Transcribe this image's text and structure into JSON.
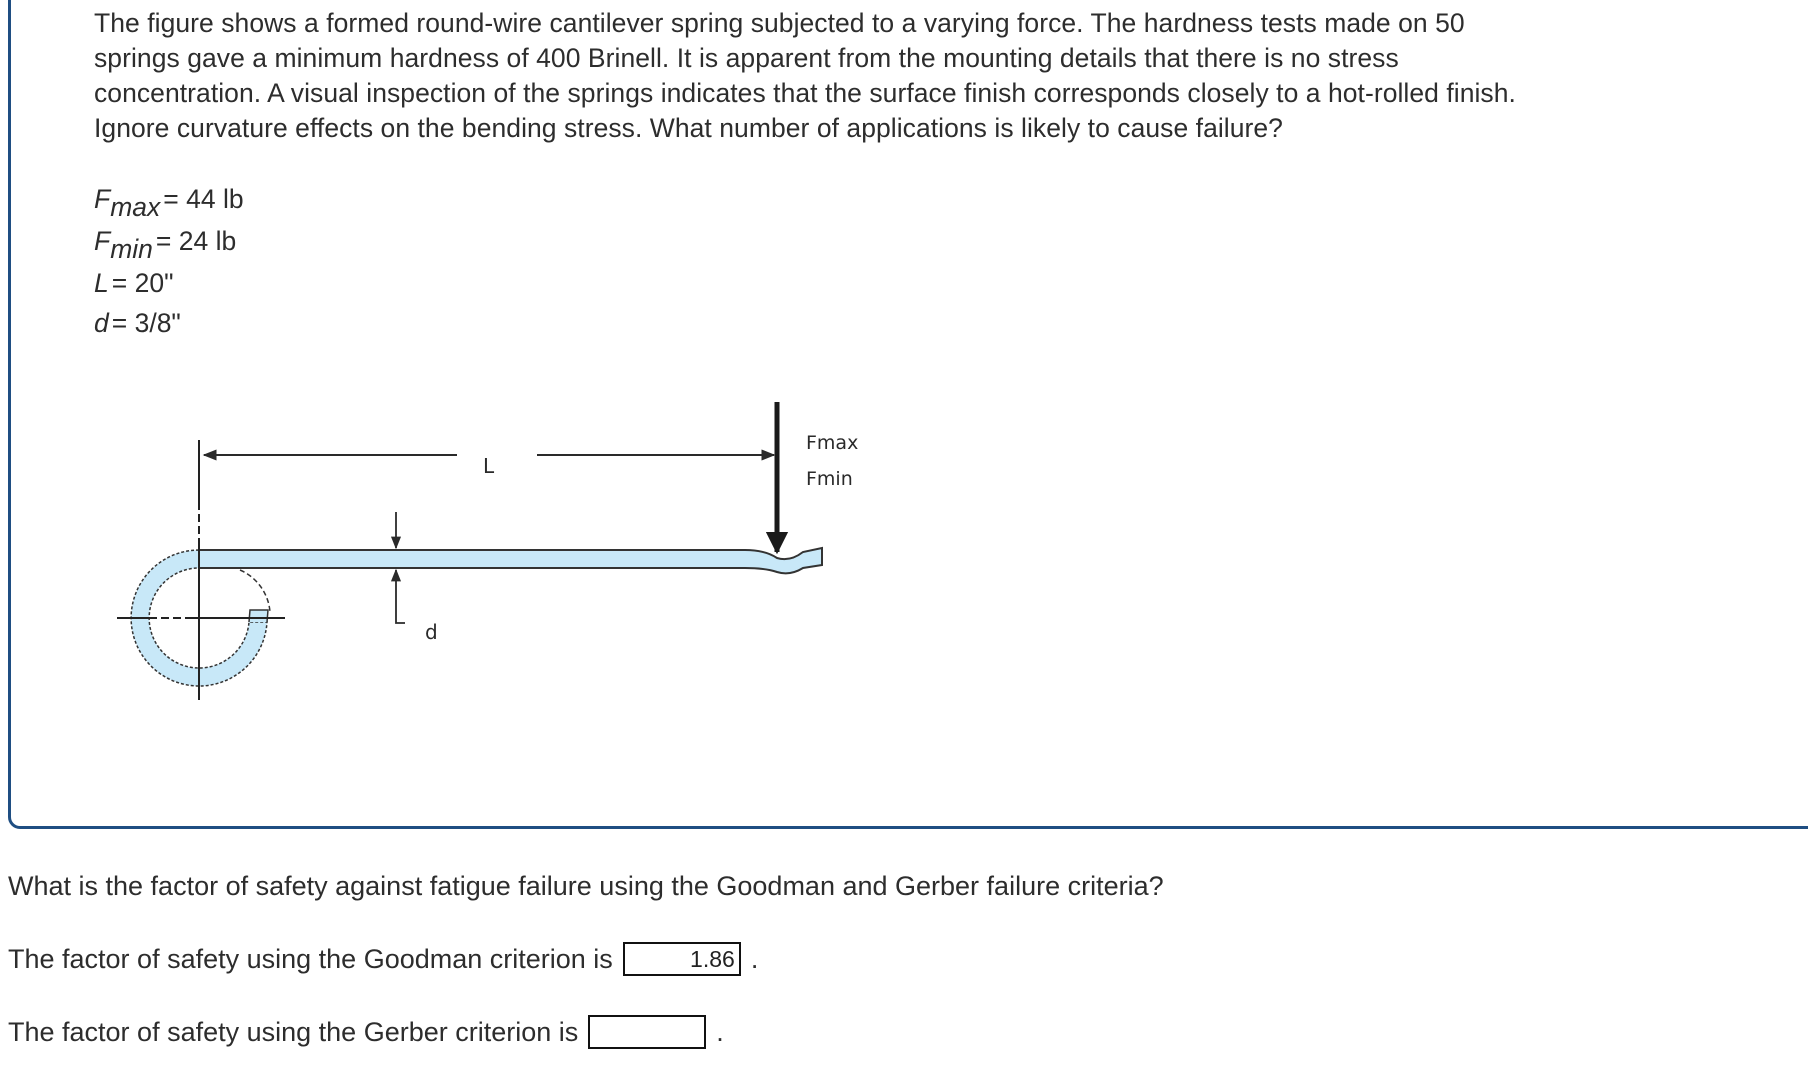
{
  "problem": {
    "paragraph_lines": [
      "The figure shows a formed round-wire cantilever spring subjected to a varying force. The hardness tests made on 50",
      "springs gave a minimum hardness of 400 Brinell. It is apparent from the mounting details that there is no stress",
      "concentration. A visual inspection of the springs indicates that the surface finish corresponds closely to a hot-rolled finish.",
      "Ignore curvature effects on the bending stress. What number of applications is likely to cause failure?"
    ],
    "variables": [
      {
        "symbol": "F",
        "subscript": "max",
        "value": "= 44 lb"
      },
      {
        "symbol": "F",
        "subscript": "min",
        "value": "= 24 lb"
      },
      {
        "symbol": "L",
        "subscript": "",
        "value": "= 20\""
      },
      {
        "symbol": "d",
        "subscript": "",
        "value": "= 3/8\""
      }
    ]
  },
  "figure": {
    "length_label": "L",
    "force_max_label": "Fmax",
    "force_min_label": "Fmin",
    "diameter_label": "d",
    "wire_fill_color": "#c8e8f8",
    "line_color": "#2a2a2a"
  },
  "question": {
    "text": "What is the factor of safety against fatigue failure using the Goodman and Gerber failure criteria?",
    "goodman": {
      "label": "The factor of safety using the Goodman criterion is",
      "value": "1.86",
      "suffix": "."
    },
    "gerber": {
      "label": "The factor of safety using the Gerber criterion is",
      "value": "",
      "suffix": "."
    }
  },
  "colors": {
    "card_border": "#1f4e82",
    "text": "#2d2d2d"
  }
}
